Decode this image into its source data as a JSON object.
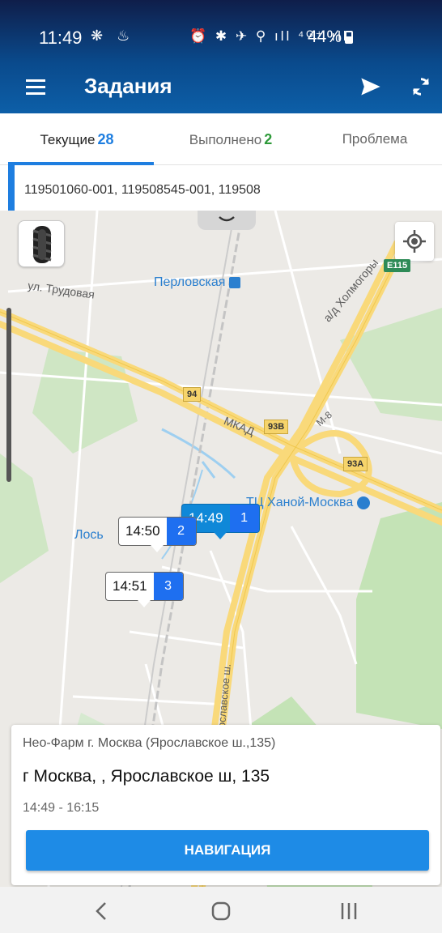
{
  "status_bar": {
    "time": "11:49",
    "left_icons": "❋ ♨",
    "right_icons": "⏰ ✱ ✈ ⚲ ıll ⁴ᴳ⁺ ıll",
    "battery": "44%"
  },
  "appbar": {
    "title": "Задания",
    "color_top": "#0f1e4a",
    "color_bottom": "#0d5fa8"
  },
  "tabs": [
    {
      "label": "Текущие",
      "count": "28",
      "active": true
    },
    {
      "label": "Выполнено",
      "count": "2",
      "active": false
    },
    {
      "label": "Проблема",
      "count": "",
      "active": false
    }
  ],
  "route_strip": {
    "text": "119501060-001, 119508545-001, 119508"
  },
  "map": {
    "labels": {
      "trudovaya": "ул. Трудовая",
      "perlovskaya": "Перловская",
      "kholmogory": "а/д Холмогоры",
      "mkad": "МКАД",
      "m8": "М-8",
      "hanoi": "ТЦ Ханой-Москва",
      "los": "Лось",
      "yaroslavskoe": "Ярославское ш."
    },
    "shields": {
      "s94": "94",
      "s93b": "93В",
      "s93a": "93А",
      "e115": "E115"
    },
    "markers": [
      {
        "time": "14:49",
        "number": "1",
        "active": true
      },
      {
        "time": "14:50",
        "number": "2",
        "active": false
      },
      {
        "time": "14:51",
        "number": "3",
        "active": false
      }
    ]
  },
  "info_card": {
    "subtitle": "Нео-Фарм г. Москва (Ярославское ш.,135)",
    "address": "г Москва, , Ярославское ш, 135",
    "time_window": "14:49 - 16:15",
    "button_label": "НАВИГАЦИЯ",
    "button_color": "#1e8be6"
  },
  "colors": {
    "accent": "#1e7ee0",
    "done_green": "#2e9a3a",
    "marker_blue": "#1e6ff0"
  }
}
